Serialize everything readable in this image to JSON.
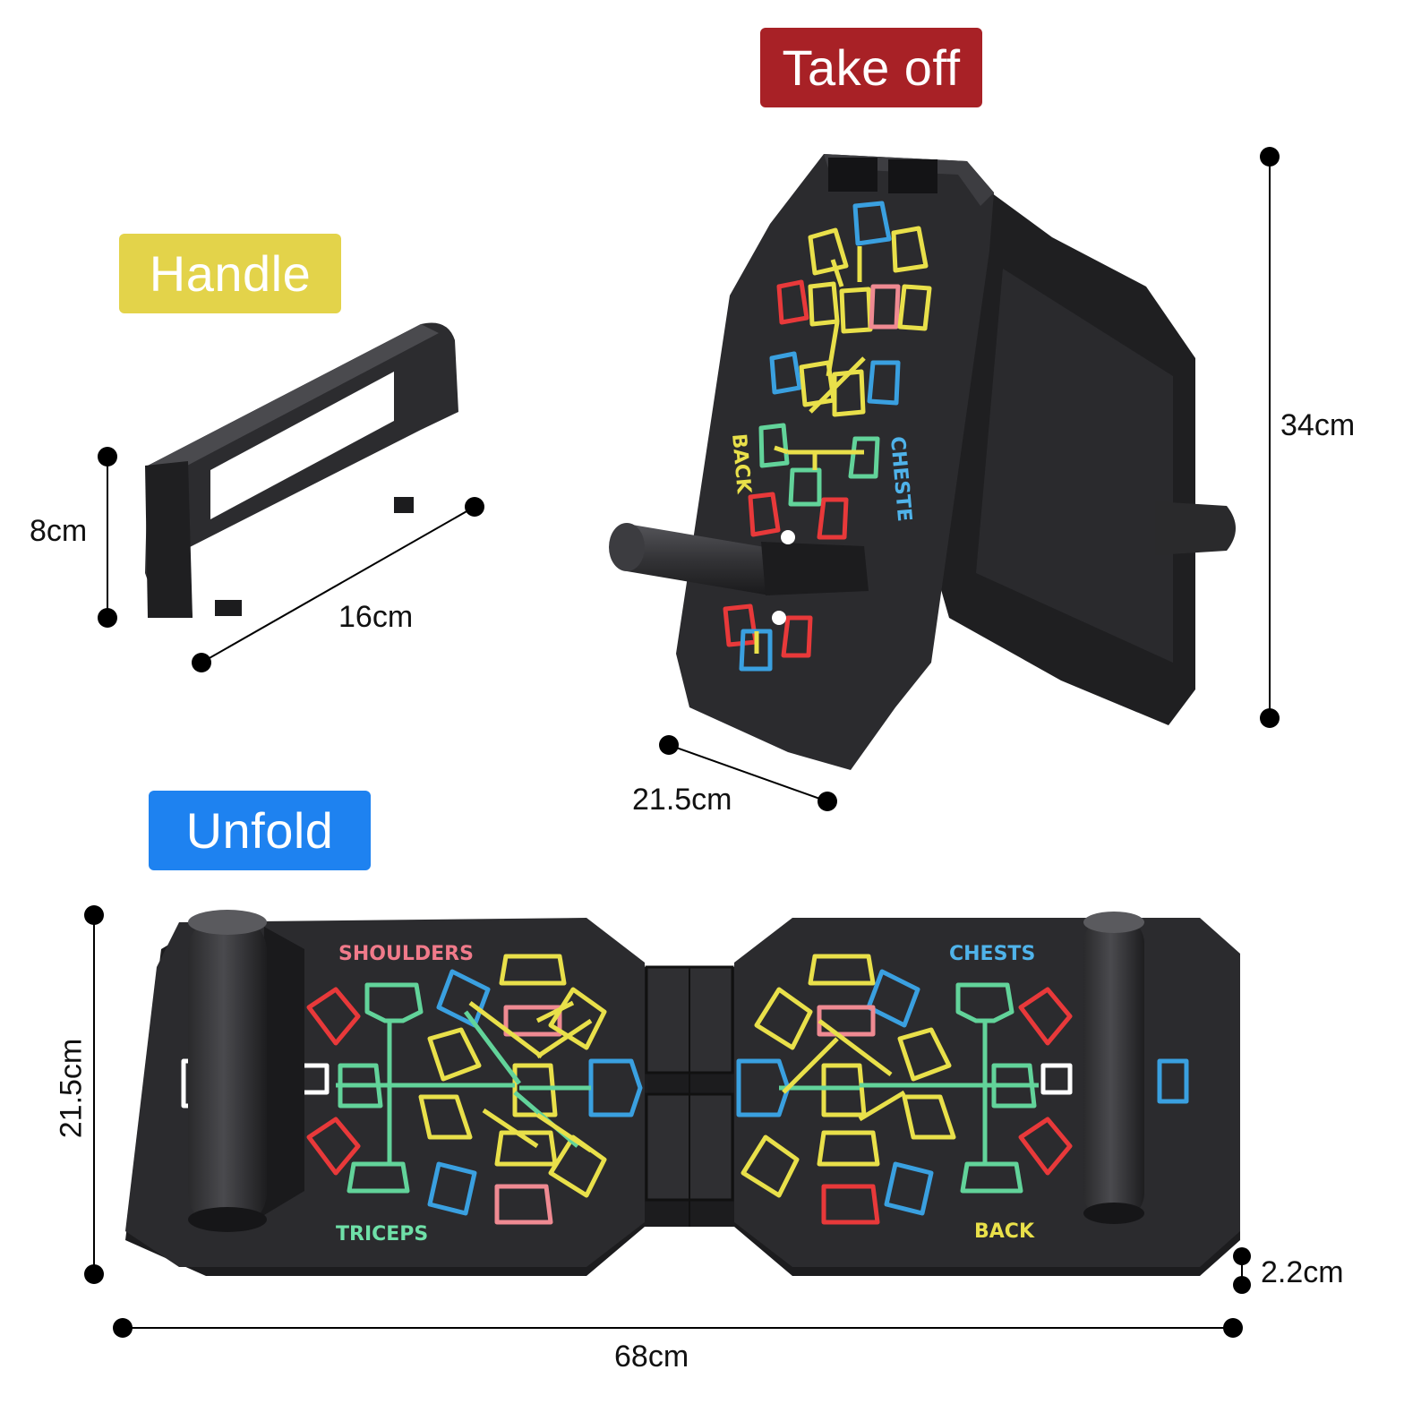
{
  "badges": {
    "take_off": {
      "label": "Take off",
      "color": "#a82126"
    },
    "handle": {
      "label": "Handle",
      "color": "#e3d34a"
    },
    "unfold": {
      "label": "Unfold",
      "color": "#1e82f0"
    }
  },
  "dimensions": {
    "handle_height": "8cm",
    "handle_length": "16cm",
    "folded_height": "34cm",
    "folded_width": "21.5cm",
    "unfold_width": "21.5cm",
    "unfold_thickness": "2.2cm",
    "unfold_length": "68cm"
  },
  "muscle_labels": {
    "folded_back": "BACK",
    "folded_chest": "CHESTE",
    "shoulders": "SHOULDERS",
    "triceps": "TRICEPS",
    "chests": "CHESTS",
    "back": "BACK"
  },
  "colors": {
    "board": "#2b2b2e",
    "red": "#e8393a",
    "yellow": "#e9e04a",
    "blue": "#3aa0e0",
    "green": "#62d39a",
    "pink": "#ef8a92",
    "shoulders_text": "#f07a8a",
    "triceps_text": "#6fe0a8",
    "chests_text": "#4fb3ea",
    "back_text": "#e9e04a"
  }
}
